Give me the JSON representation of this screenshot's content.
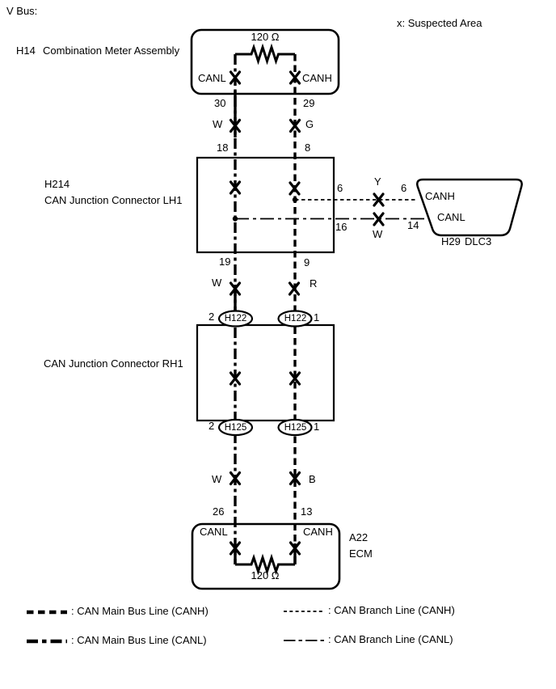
{
  "page": {
    "title": "V Bus:",
    "note": "x: Suspected Area"
  },
  "meter": {
    "code": "H14",
    "name": "Combination Meter Assembly",
    "resistor_value": "120 Ω",
    "canl_label": "CANL",
    "canh_label": "CANH",
    "pin_canl": "30",
    "pin_canh": "29"
  },
  "wire_colors": {
    "meter_canl": "W",
    "meter_canh": "G",
    "h122_canl": "W",
    "h122_canh": "R",
    "ecm_canl": "W",
    "ecm_canh": "B",
    "dlc3_canh": "Y",
    "dlc3_canl": "W"
  },
  "lh1": {
    "code": "H214",
    "name": "CAN Junction Connector LH1",
    "pin_in_canl": "18",
    "pin_in_canh": "8",
    "pin_out_canl": "19",
    "pin_out_canh": "9",
    "pin_branch_canh": "6",
    "pin_branch_canl": "16"
  },
  "dlc3": {
    "code": "H29",
    "name": "DLC3",
    "canh_label": "CANH",
    "canl_label": "CANL",
    "pin_canh": "6",
    "pin_canl": "14"
  },
  "h122": {
    "label": "H122",
    "pin_canl": "2",
    "pin_canh": "1"
  },
  "rh1": {
    "name": "CAN Junction Connector RH1"
  },
  "h125": {
    "label": "H125",
    "pin_canl": "2",
    "pin_canh": "1"
  },
  "ecm": {
    "code": "A22",
    "name": "ECM",
    "canl_label": "CANL",
    "canh_label": "CANH",
    "pin_canl": "26",
    "pin_canh": "13",
    "resistor_value": "120 Ω"
  },
  "legend": {
    "main_canh": ": CAN Main Bus Line (CANH)",
    "main_canl": ": CAN Main Bus Line (CANL)",
    "branch_canh": ": CAN Branch Line (CANH)",
    "branch_canl": ": CAN Branch Line (CANL)"
  },
  "colors": {
    "ink": "#000000",
    "background": "#ffffff"
  }
}
